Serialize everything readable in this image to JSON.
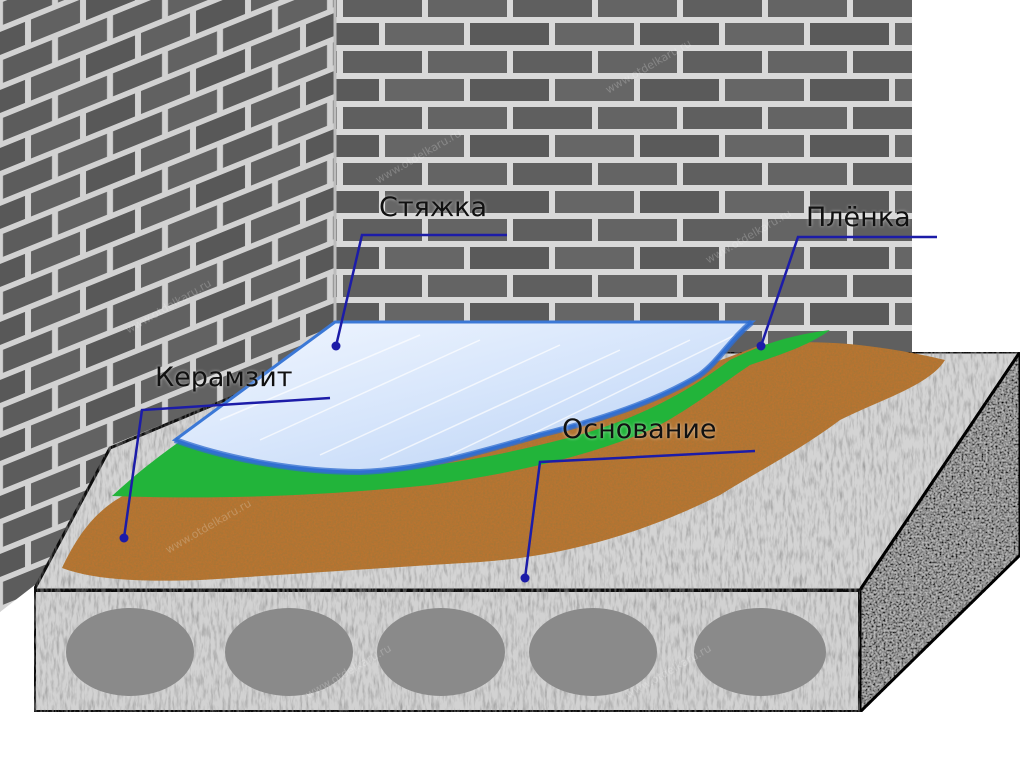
{
  "diagram": {
    "labels": {
      "screed": "Стяжка",
      "film": "Плёнка",
      "keramzit": "Керамзит",
      "base": "Основание"
    },
    "watermark": "www.otdelkaru.ru",
    "colors": {
      "brick": "#5f5f5f",
      "mortar": "#d9d9d9",
      "screed": "#dbe8fb",
      "screed_streak": "#4f86d9",
      "film": "#22b43a",
      "keramzit": "#b9772e",
      "concrete": "#d3d3d3",
      "slab_hole": "#8a8a8a",
      "leader_line": "#1c1ca8"
    }
  }
}
